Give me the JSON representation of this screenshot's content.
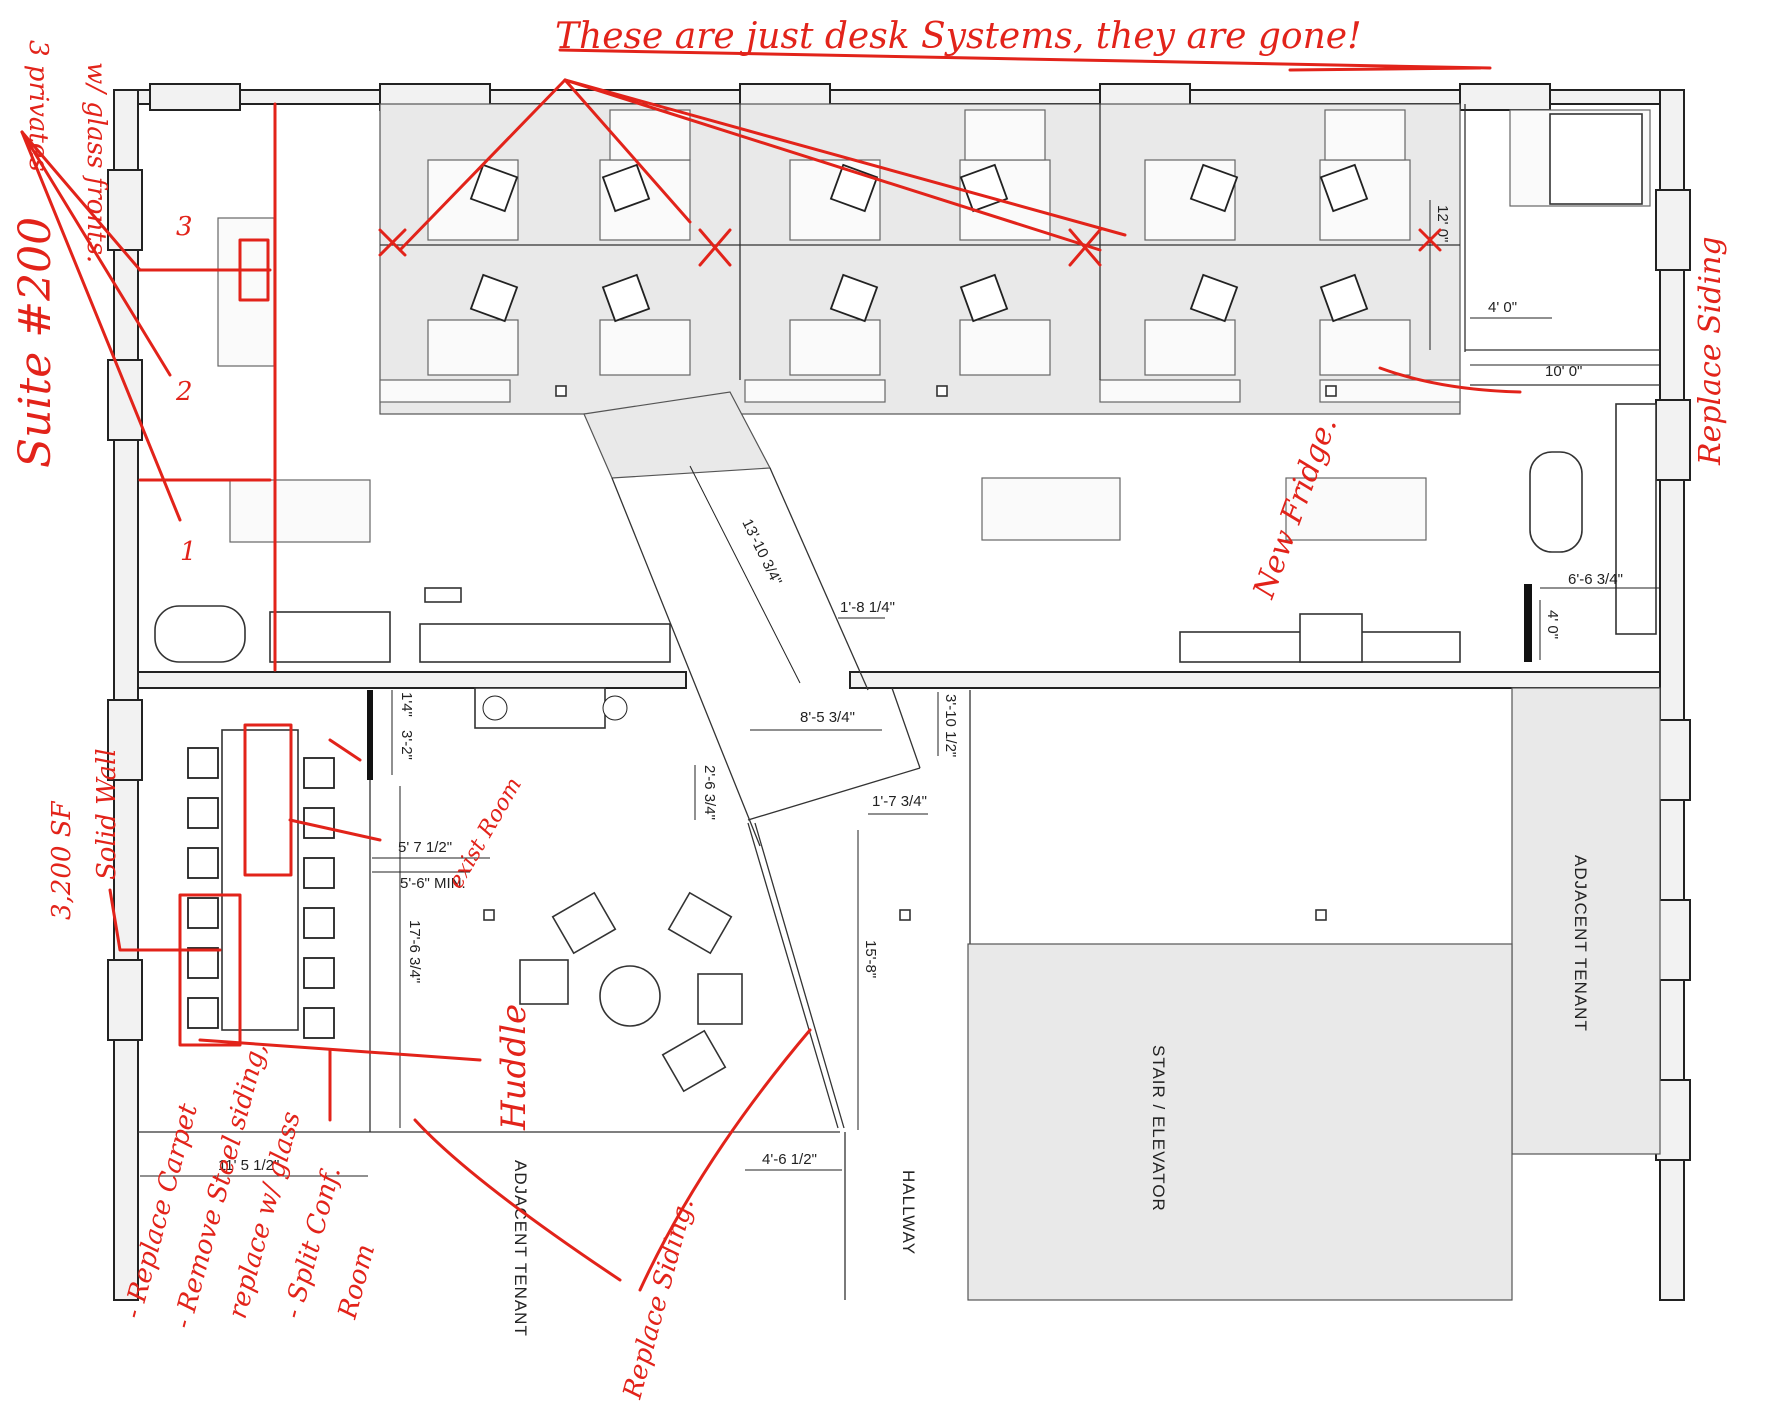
{
  "labels": {
    "adjacent_tenant_right": "ADJACENT TENANT",
    "adjacent_tenant_bottom": "ADJACENT TENANT",
    "stair_elevator": "STAIR / ELEVATOR",
    "hallway": "HALLWAY"
  },
  "dimensions": {
    "d_12_0": "12' 0\"",
    "d_4_0_top": "4' 0\"",
    "d_10_0": "10' 0\"",
    "d_13_10": "13'-10 3/4\"",
    "d_1_8": "1'-8 1/4\"",
    "d_6_6": "6'-6 3/4\"",
    "d_4_0_side": "4' 0\"",
    "d_8_5": "8'-5 3/4\"",
    "d_3_10": "3'-10 1/2\"",
    "d_2_6": "2'-6 3/4\"",
    "d_1_7": "1'-7 3/4\"",
    "d_1_4": "1'4\"",
    "d_3_2": "3'-2\"",
    "d_5_7": "5' 7 1/2\"",
    "d_5_6": "5'-6\" MIN.",
    "d_17_6": "17'-6 3/4\"",
    "d_15_8": "15'-8\"",
    "d_4_6": "4'-6 1/2\"",
    "d_11_5": "11' 5 1/2\""
  },
  "annotations": {
    "top_note": "These are just desk Systems, they are gone!",
    "suite": "Suite #200",
    "privates": "3 privates",
    "glass": "w/ glass fronts.",
    "num_1": "1",
    "num_2": "2",
    "num_3": "3",
    "replace_siding_right": "Replace Siding",
    "new_fridge": "New Fridge.",
    "area": "3,200 SF",
    "solid_wall": "Solid Wall",
    "exist_room": "exist Room",
    "huddle": "Huddle",
    "list_1": "- Replace Carpet",
    "list_2": "- Remove Steel siding,",
    "list_3": "replace w/ glass",
    "list_4": "- Split Conf.",
    "list_5": "Room",
    "replace_siding_bottom": "Replace Siding."
  },
  "colors": {
    "markup": "#e2231a",
    "line": "#222222",
    "room_fill": "#e9e9e9"
  }
}
